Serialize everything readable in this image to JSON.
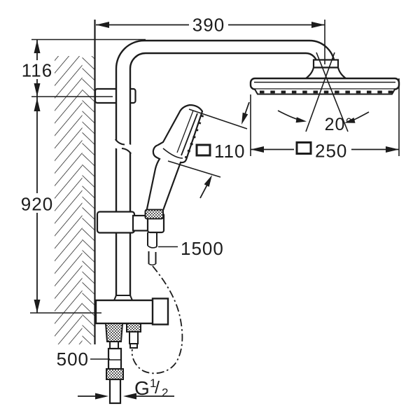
{
  "drawing": {
    "background": "#ffffff",
    "line_color": "#1c1c1c",
    "dimension_labels": {
      "top_width": "390",
      "wall_to_bracket": "116",
      "bracket_to_bottom": "920",
      "head_spray_angle": "20°",
      "handshower_face_size": "110",
      "headshower_face_size": "250",
      "shower_hose_length": "1500",
      "supply_hose_length": "500"
    },
    "thread_label": {
      "letter": "G",
      "numerator": "1",
      "slash": "/",
      "denominator": "2"
    },
    "symbols": {
      "square_dimension": "□",
      "degree": "°"
    }
  }
}
